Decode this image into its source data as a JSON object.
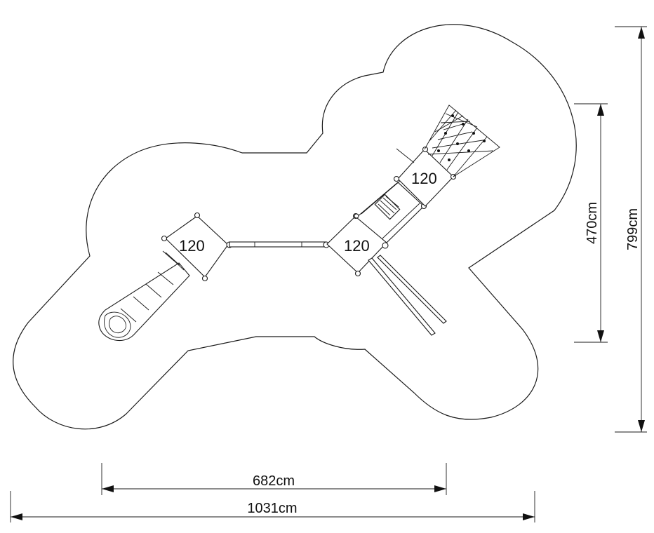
{
  "platforms": [
    {
      "height_label": "120"
    },
    {
      "height_label": "120"
    },
    {
      "height_label": "120"
    }
  ],
  "dimensions": {
    "inner_width": "682cm",
    "total_width": "1031cm",
    "inner_height": "470cm",
    "total_height": "799cm"
  }
}
